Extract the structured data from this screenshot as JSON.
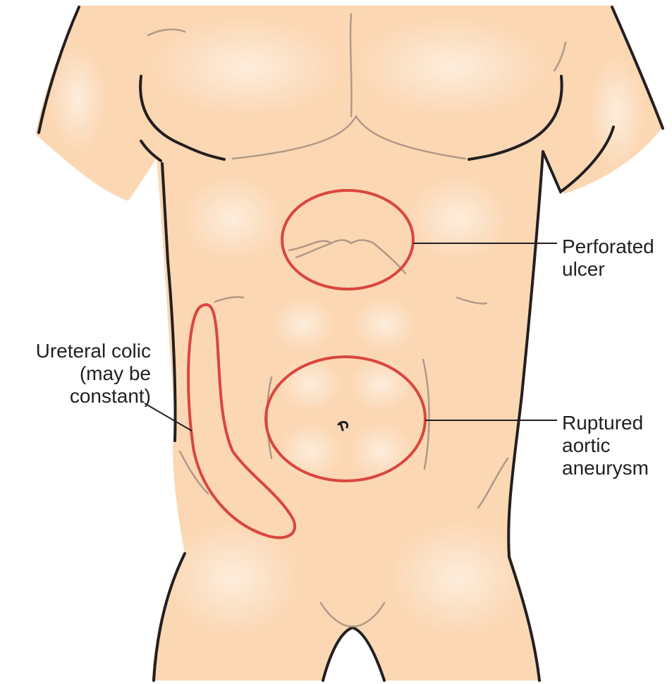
{
  "labels": {
    "perforated_ulcer": [
      "Perforated",
      "ulcer"
    ],
    "ureteral_colic": [
      "Ureteral colic",
      "(may be",
      "constant)"
    ],
    "ruptured_aortic_aneurysm": [
      "Ruptured",
      "aortic",
      "aneurysm"
    ]
  },
  "colors": {
    "skin": "#fcd7b4",
    "skin_highlight": "#fde5cc",
    "outline": "#231f20",
    "contour": "#b09a86",
    "region": "#d9463e",
    "leader": "#231f20"
  }
}
